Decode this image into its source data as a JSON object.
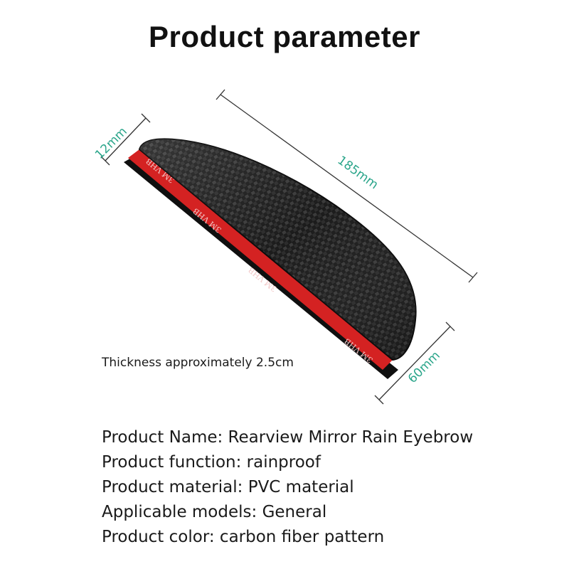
{
  "title": "Product parameter",
  "dimensions": {
    "height": "12mm",
    "length": "185mm",
    "width": "60mm"
  },
  "tape_text": "3M VHB",
  "note": "Thickness approximately 2.5cm",
  "specs": [
    "Product Name: Rearview Mirror Rain Eyebrow",
    "Product function: rainproof",
    "Product material: PVC material",
    "Applicable models: General",
    "Product color: carbon fiber pattern"
  ],
  "colors": {
    "dimension_label": "#2aa58a",
    "tape": "#d42222",
    "body": "#1c1c1c"
  }
}
